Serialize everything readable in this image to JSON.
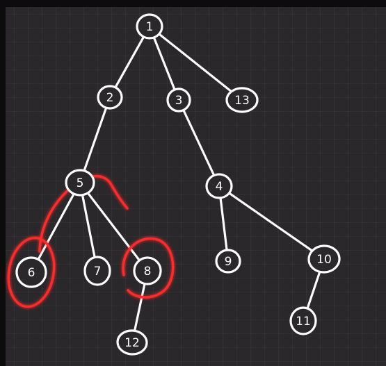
{
  "colors": {
    "background": "#2a282b",
    "grid": "#3a383b",
    "frame": "#0c0c0d",
    "ink": "#ffffff",
    "highlight": "#ff2a2a"
  },
  "tree": {
    "nodes": [
      {
        "id": "n1",
        "label": "1"
      },
      {
        "id": "n2",
        "label": "2"
      },
      {
        "id": "n3",
        "label": "3"
      },
      {
        "id": "n13",
        "label": "13"
      },
      {
        "id": "n5",
        "label": "5"
      },
      {
        "id": "n4",
        "label": "4"
      },
      {
        "id": "n6",
        "label": "6"
      },
      {
        "id": "n7",
        "label": "7"
      },
      {
        "id": "n8",
        "label": "8"
      },
      {
        "id": "n9",
        "label": "9"
      },
      {
        "id": "n10",
        "label": "10"
      },
      {
        "id": "n12",
        "label": "12"
      },
      {
        "id": "n11",
        "label": "11"
      }
    ],
    "edges": [
      [
        "n1",
        "n2"
      ],
      [
        "n1",
        "n3"
      ],
      [
        "n1",
        "n13"
      ],
      [
        "n2",
        "n5"
      ],
      [
        "n3",
        "n4"
      ],
      [
        "n5",
        "n6"
      ],
      [
        "n5",
        "n7"
      ],
      [
        "n5",
        "n8"
      ],
      [
        "n4",
        "n9"
      ],
      [
        "n4",
        "n10"
      ],
      [
        "n8",
        "n12"
      ],
      [
        "n10",
        "n11"
      ]
    ],
    "highlighted": [
      "n6",
      "n8"
    ]
  }
}
